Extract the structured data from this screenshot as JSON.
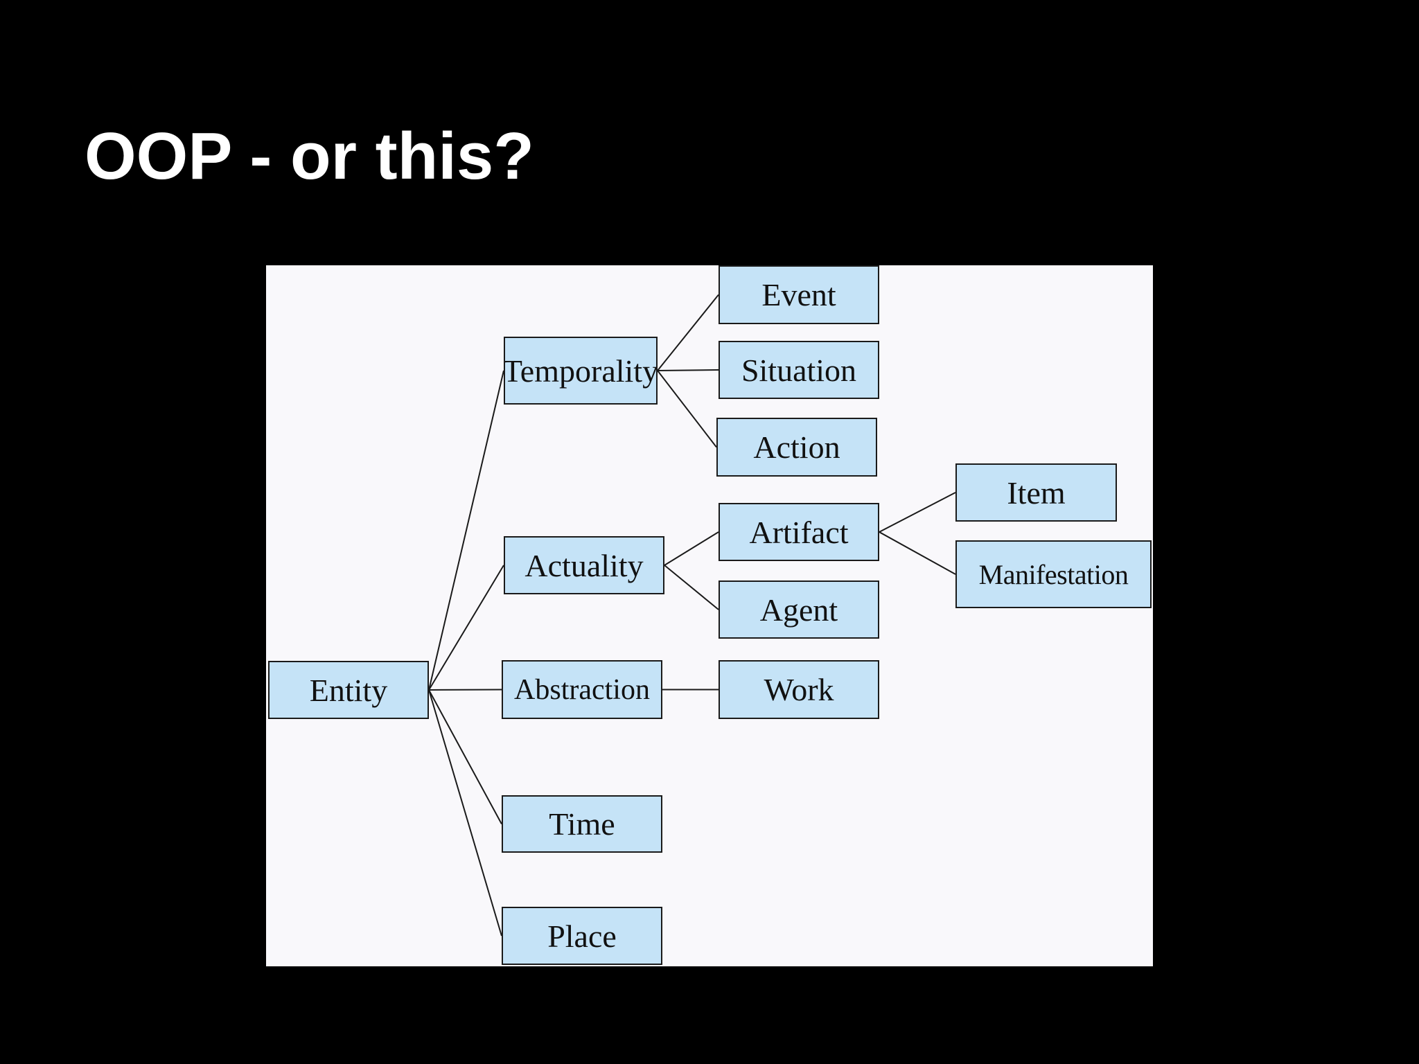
{
  "slide": {
    "title": "OOP - or this?"
  },
  "diagram": {
    "nodes": {
      "entity": "Entity",
      "temporality": "Temporality",
      "actuality": "Actuality",
      "abstraction": "Abstraction",
      "time": "Time",
      "place": "Place",
      "event": "Event",
      "situation": "Situation",
      "action": "Action",
      "artifact": "Artifact",
      "agent": "Agent",
      "work": "Work",
      "item": "Item",
      "manifestation": "Manifestation"
    },
    "edges": [
      [
        "entity",
        "temporality"
      ],
      [
        "entity",
        "actuality"
      ],
      [
        "entity",
        "abstraction"
      ],
      [
        "entity",
        "time"
      ],
      [
        "entity",
        "place"
      ],
      [
        "temporality",
        "event"
      ],
      [
        "temporality",
        "situation"
      ],
      [
        "temporality",
        "action"
      ],
      [
        "actuality",
        "artifact"
      ],
      [
        "actuality",
        "agent"
      ],
      [
        "abstraction",
        "work"
      ],
      [
        "artifact",
        "item"
      ],
      [
        "artifact",
        "manifestation"
      ]
    ],
    "colors": {
      "node_fill": "#c5e3f7",
      "node_border": "#1a1a1a",
      "panel_background": "#f9f8fb",
      "slide_background": "#000000",
      "title_color": "#ffffff"
    }
  }
}
